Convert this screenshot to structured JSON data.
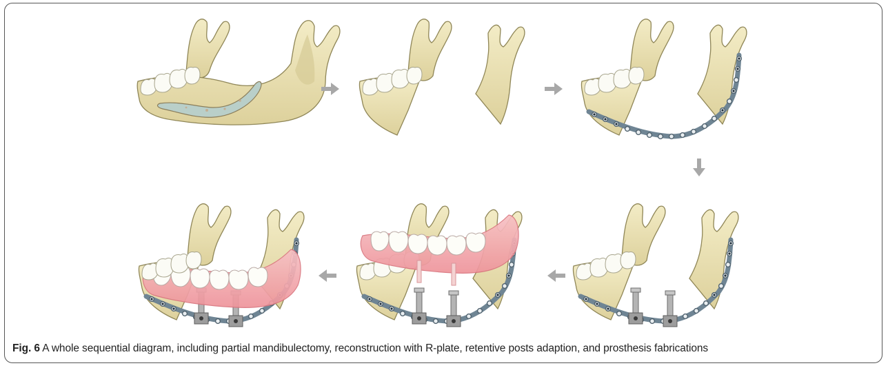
{
  "figure": {
    "label": "Fig. 6",
    "caption": "A whole sequential diagram, including partial mandibulectomy, reconstruction with R-plate, retentive posts adaption, and prosthesis fabrications"
  },
  "colors": {
    "bone": "#ece3b4",
    "bone_edge": "#8f8657",
    "bone_shade": "#cfc48c",
    "tooth": "#fbfbf5",
    "lesion": "#b9c9c2",
    "plate": "#6f8594",
    "plate_hole": "#1f2e3a",
    "post": "#a9a9a9",
    "gum": "#f2a3aa",
    "arrow": "#a8a8a8"
  },
  "panels": [
    {
      "id": "intact-mandible-with-lesion",
      "stage": 1
    },
    {
      "id": "partial-mandibulectomy",
      "stage": 2
    },
    {
      "id": "reconstruction-with-r-plate",
      "stage": 3
    },
    {
      "id": "retentive-posts-adaption",
      "stage": 4
    },
    {
      "id": "prosthesis-placement",
      "stage": 5
    },
    {
      "id": "prosthesis-fabrication-final",
      "stage": 6
    }
  ]
}
